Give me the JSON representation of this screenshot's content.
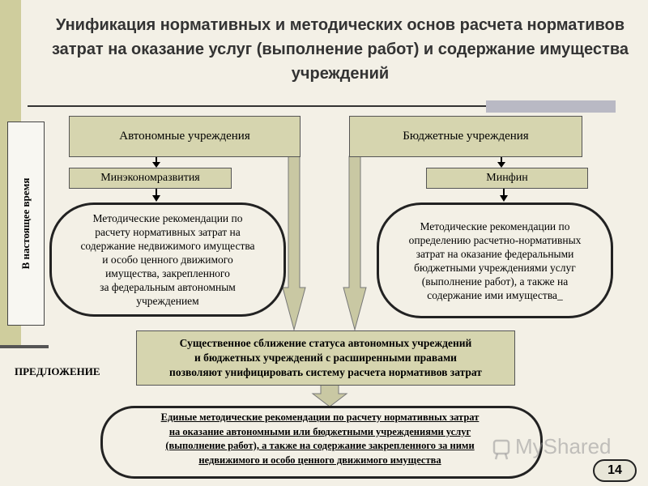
{
  "title": "Унификация нормативных и методических основ расчета нормативов затрат на оказание услуг (выполнение работ) и содержание имущества учреждений",
  "side_label": "В настоящее время",
  "left": {
    "header": "Автономные учреждения",
    "ministry": "Минэкономразвития",
    "recommendations": "Методические рекомендации по\nрасчету нормативных затрат на\nсодержание недвижимого имущества\nи особо ценного движимого\nимущества, закрепленного\nза федеральным автономным\nучреждением"
  },
  "right": {
    "header": "Бюджетные учреждения",
    "ministry": "Минфин",
    "recommendations": "Методические рекомендации по\nопределению расчетно-нормативных\nзатрат на оказание федеральными\nбюджетными учреждениями услуг\n(выполнение работ), а также на\nсодержание ими имущества_"
  },
  "center_box": "Существенное сближение статуса автономных учреждений\nи бюджетных учреждений с расширенными правами\nпозволяют унифицировать систему расчета нормативов затрат",
  "proposal_label": "ПРЕДЛОЖЕНИЕ",
  "bottom_text": "Единые методические рекомендации по расчету нормативных затрат\nна оказание автономными или бюджетными учреждениями услуг\n(выполнение работ), а также на содержание закрепленного за ними\nнедвижимого и особо ценного движимого имущества",
  "watermark": "MyShared",
  "page_number": "14",
  "colors": {
    "background": "#f3f0e6",
    "box_fill": "#d6d5af",
    "arrow_fill": "#c9c8a3",
    "side_strip": "#cfcd9d"
  }
}
